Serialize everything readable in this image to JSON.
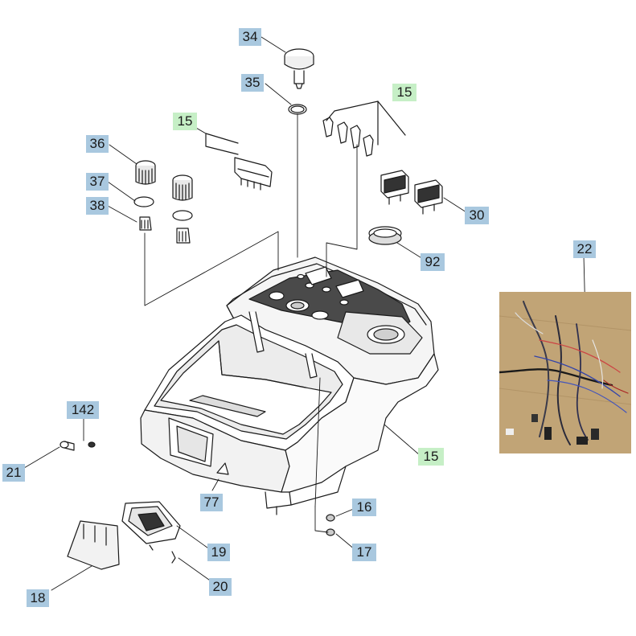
{
  "labels": {
    "l34": "34",
    "l35": "35",
    "l15a": "15",
    "l15b": "15",
    "l15c": "15",
    "l36": "36",
    "l37": "37",
    "l38": "38",
    "l30": "30",
    "l92": "92",
    "l22": "22",
    "l142": "142",
    "l21": "21",
    "l77": "77",
    "l16": "16",
    "l17": "17",
    "l19": "19",
    "l20": "20",
    "l18": "18"
  },
  "colors": {
    "blue_tag": "#a9c8df",
    "green_tag": "#c6efc6",
    "line": "#1a1a1a",
    "photo_bg": "#c7ab7e"
  }
}
